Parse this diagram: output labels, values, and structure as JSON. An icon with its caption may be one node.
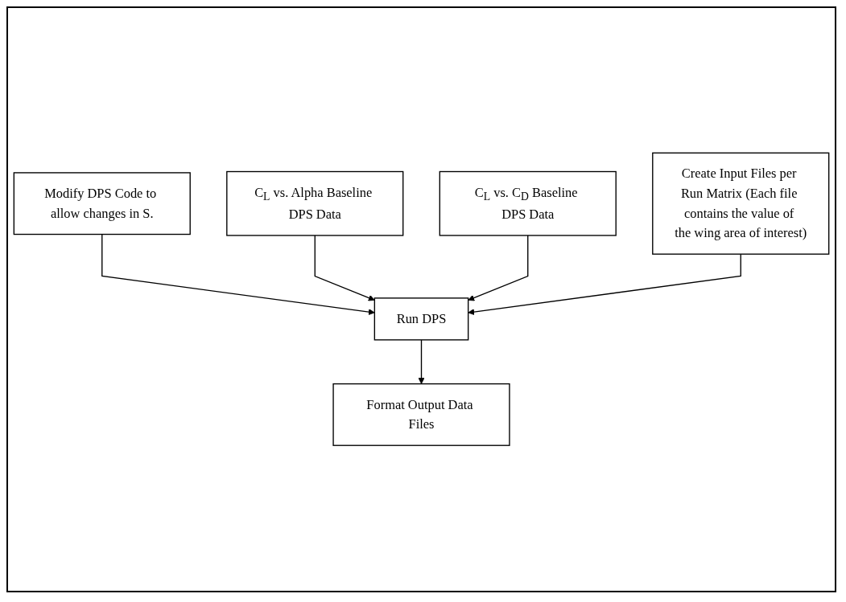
{
  "diagram": {
    "nodes": [
      {
        "text": [
          "Modify DPS Code to allow changes in S."
        ]
      },
      {
        "text": [
          "C$_{L}$ vs. Alpha Baseline DPS Data"
        ]
      },
      {
        "text": [
          "C$_{L}$ vs. C$_{D}$ Baseline DPS Data"
        ]
      },
      {
        "text": [
          "Create Input Files per Run Matrix (Each file contains the value of the wing area of interest)"
        ]
      },
      {
        "text": [
          "Run DPS"
        ]
      },
      {
        "text": [
          "Format Output Data Files"
        ]
      }
    ],
    "edges": [
      {
        "from": 0,
        "to": 4,
        "arrow": "to"
      },
      {
        "from": 1,
        "to": 4,
        "arrow": "to"
      },
      {
        "from": 2,
        "to": 4,
        "arrow": "to"
      },
      {
        "from": 3,
        "to": 4,
        "arrow": "to"
      },
      {
        "from": 4,
        "to": 5,
        "arrow": "to"
      }
    ]
  }
}
